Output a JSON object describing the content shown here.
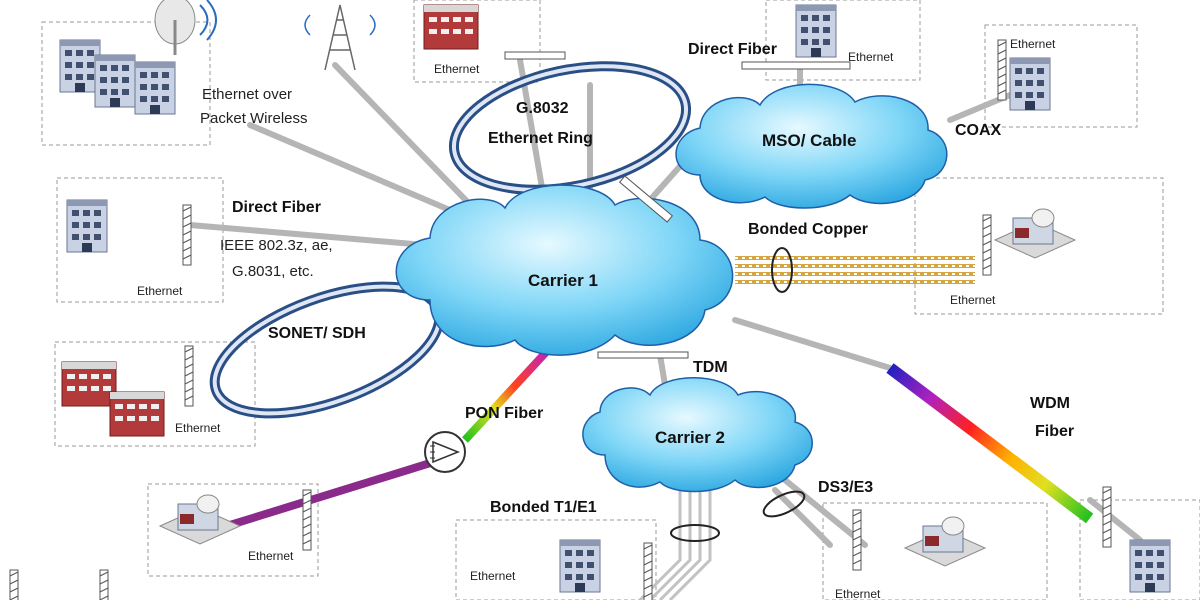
{
  "clouds": {
    "carrier1": "Carrier 1",
    "carrier2": "Carrier 2",
    "mso": "MSO/ Cable"
  },
  "rings": {
    "g8032_line1": "G.8032",
    "g8032_line2": "Ethernet Ring",
    "sonet": "SONET/ SDH"
  },
  "links": {
    "ethernet_over_line1": "Ethernet over",
    "ethernet_over_line2": "Packet Wireless",
    "direct_fiber_left": "Direct Fiber",
    "ieee_line1": "IEEE 802.3z, ae,",
    "ieee_line2": "G.8031, etc.",
    "direct_fiber_top": "Direct Fiber",
    "coax": "COAX",
    "bonded_copper": "Bonded Copper",
    "tdm": "TDM",
    "pon_fiber": "PON  Fiber",
    "wdm_line1": "WDM",
    "wdm_line2": "Fiber",
    "ds3e3": "DS3/E3",
    "bonded_t1e1": "Bonded T1/E1"
  },
  "ethernet_labels": {
    "top_center": "Ethernet",
    "top_right": "Ethernet",
    "far_right": "Ethernet",
    "left_mid": "Ethernet",
    "right_mid": "Ethernet",
    "left_low": "Ethernet",
    "pon": "Ethernet",
    "t1e1": "Ethernet",
    "ds3": "Ethernet"
  },
  "colors": {
    "cloud_fill": "#4fc3f7",
    "cloud_stroke": "#1f5fa8",
    "ring_stroke": "#2a4f86",
    "link_gray": "#b5b5b5"
  },
  "icons": [
    "building-icon",
    "antenna-icon",
    "splitter-icon",
    "ethernet-port-icon"
  ]
}
